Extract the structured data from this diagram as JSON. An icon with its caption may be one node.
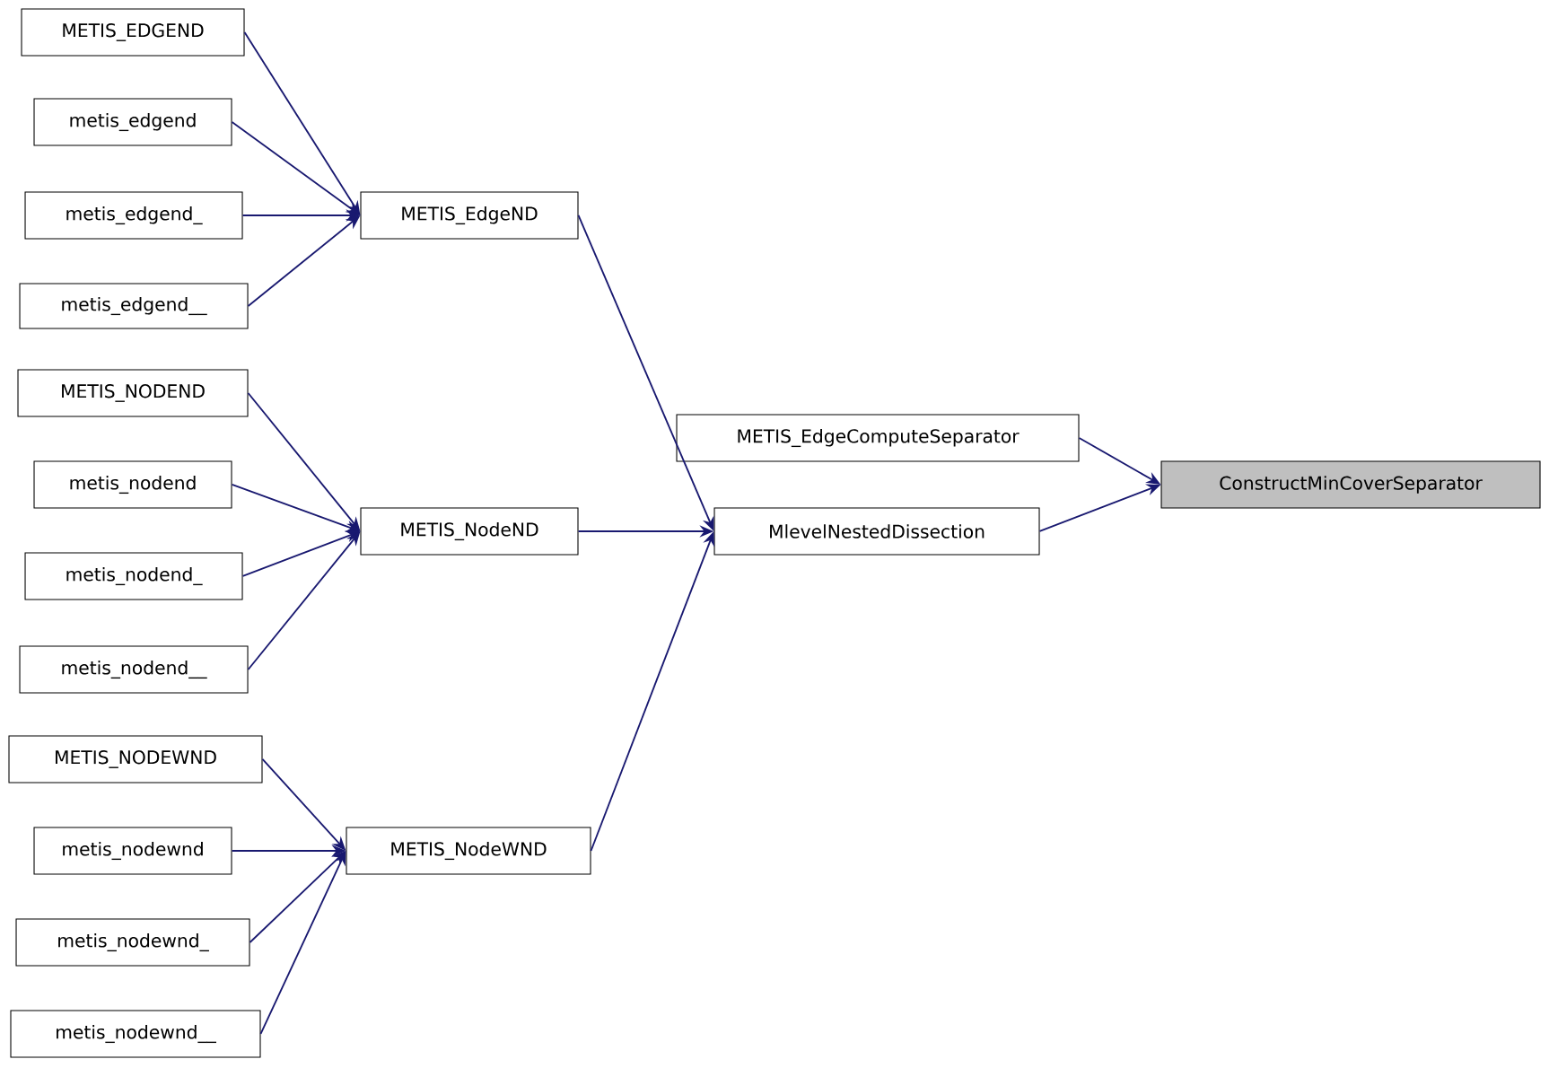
{
  "diagram": {
    "nodes": [
      {
        "text": [
          "METIS_EDGEND"
        ]
      },
      {
        "text": [
          "metis_edgend"
        ]
      },
      {
        "text": [
          "metis_edgend_"
        ]
      },
      {
        "text": [
          "metis_edgend__"
        ]
      },
      {
        "text": [
          "METIS_EdgeND"
        ]
      },
      {
        "text": [
          "METIS_NODEND"
        ]
      },
      {
        "text": [
          "metis_nodend"
        ]
      },
      {
        "text": [
          "metis_nodend_"
        ]
      },
      {
        "text": [
          "metis_nodend__"
        ]
      },
      {
        "text": [
          "METIS_NodeND"
        ]
      },
      {
        "text": [
          "METIS_EdgeComputeSeparator"
        ]
      },
      {
        "text": [
          "MlevelNestedDissection"
        ]
      },
      {
        "text": [
          "ConstructMinCoverSeparator"
        ]
      },
      {
        "text": [
          "METIS_NODEWND"
        ]
      },
      {
        "text": [
          "metis_nodewnd"
        ]
      },
      {
        "text": [
          "metis_nodewnd_"
        ]
      },
      {
        "text": [
          "metis_nodewnd__"
        ]
      },
      {
        "text": [
          "METIS_NodeWND"
        ]
      }
    ],
    "edges": [
      {
        "from": 0,
        "to": 4,
        "arrow": "to"
      },
      {
        "from": 1,
        "to": 4,
        "arrow": "to"
      },
      {
        "from": 2,
        "to": 4,
        "arrow": "to"
      },
      {
        "from": 3,
        "to": 4,
        "arrow": "to"
      },
      {
        "from": 4,
        "to": 11,
        "arrow": "to"
      },
      {
        "from": 5,
        "to": 9,
        "arrow": "to"
      },
      {
        "from": 6,
        "to": 9,
        "arrow": "to"
      },
      {
        "from": 7,
        "to": 9,
        "arrow": "to"
      },
      {
        "from": 8,
        "to": 9,
        "arrow": "to"
      },
      {
        "from": 9,
        "to": 11,
        "arrow": "to"
      },
      {
        "from": 10,
        "to": 12,
        "arrow": "to"
      },
      {
        "from": 11,
        "to": 12,
        "arrow": "to"
      },
      {
        "from": 13,
        "to": 17,
        "arrow": "to"
      },
      {
        "from": 14,
        "to": 17,
        "arrow": "to"
      },
      {
        "from": 15,
        "to": 17,
        "arrow": "to"
      },
      {
        "from": 16,
        "to": 17,
        "arrow": "to"
      },
      {
        "from": 17,
        "to": 11,
        "arrow": "to"
      }
    ]
  }
}
